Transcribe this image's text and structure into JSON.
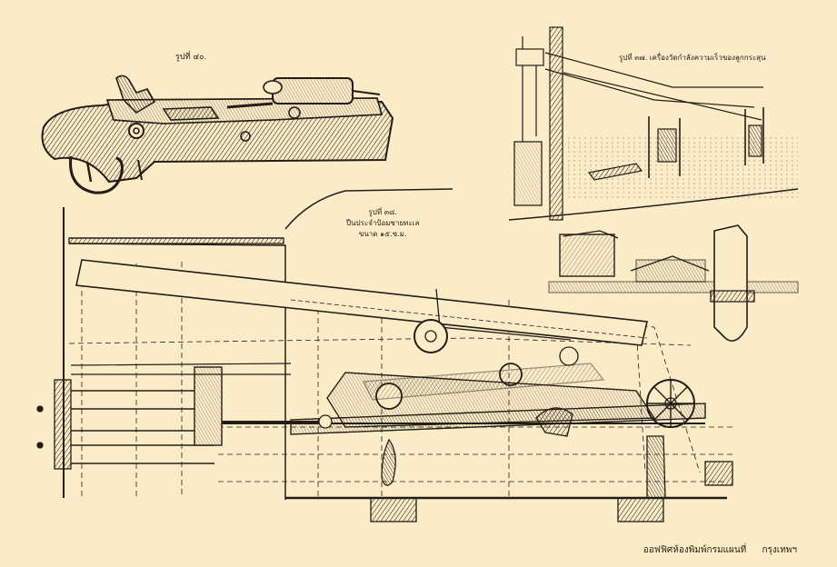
{
  "plate": {
    "background": "#fbecc8",
    "ink": "#231d15"
  },
  "figures": {
    "fig40": {
      "caption": "รูปที่ ๔๐.",
      "icon": "rifle-lock-drawing"
    },
    "fig37": {
      "caption": "รูปที่ ๓๗.  เครื่องวัดกำลังความเร็วของลูกกระสุน",
      "icon": "velocity-apparatus-drawing"
    },
    "fig38": {
      "caption_line1": "รูปที่ ๓๘.",
      "caption_line2": "ปืนประจำป้อมชายทะเล",
      "caption_line3": "ขนาด ๑๕.ซ.ม.",
      "icon": "coastal-gun-drawing"
    },
    "detail": {
      "icon": "breech-detail-drawing"
    }
  },
  "imprint": {
    "publisher": "ออฟฟิศห้องพิมพ์กรมแผนที่",
    "city": "กรุงเทพฯ"
  }
}
